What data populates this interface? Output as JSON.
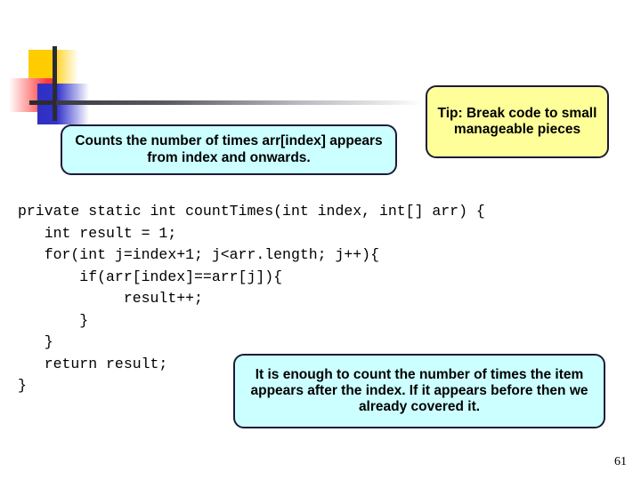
{
  "slide": {
    "page_number": "61",
    "background_color": "#ffffff"
  },
  "logo": {
    "name": "decorative-logo",
    "yellow_color": "#ffcc00",
    "red_color": "#ff3b3b",
    "blue_color": "#3333cc",
    "line_color": "#2b2b33"
  },
  "header_rule": {
    "gradient_from": "#3a3a42",
    "gradient_to": "#ffffff"
  },
  "callouts": {
    "purpose": {
      "text": "Counts the number of times arr[index] appears from index and onwards.",
      "fill": "#ccffff",
      "border": "#1b1b38"
    },
    "tip": {
      "text": "Tip: Break code to small manageable pieces",
      "fill": "#ffff99",
      "border": "#1b1b38"
    },
    "note": {
      "text": "It is enough to count the number of times the item appears after the index. If it appears before then we already covered it.",
      "fill": "#ccffff",
      "border": "#1b1b38"
    }
  },
  "code": {
    "language": "java",
    "lines": [
      "private static int countTimes(int index, int[] arr) {",
      "   int result = 1;",
      "   for(int j=index+1; j<arr.length; j++){",
      "       if(arr[index]==arr[j]){",
      "            result++;",
      "       }",
      "   }",
      "   return result;",
      "}"
    ],
    "text": "private static int countTimes(int index, int[] arr) {\n   int result = 1;\n   for(int j=index+1; j<arr.length; j++){\n       if(arr[index]==arr[j]){\n            result++;\n       }\n   }\n   return result;\n}"
  }
}
